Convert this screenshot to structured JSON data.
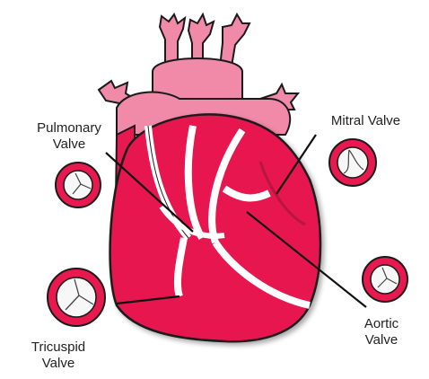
{
  "colors": {
    "heart_red": "#e8194f",
    "vessel_pink": "#f08aa8",
    "dark_red": "#b8123c",
    "outline": "#1a1a1a",
    "valve_fill": "#f7f7f7"
  },
  "labels": {
    "pulmonary_line1": "Pulmonary",
    "pulmonary_line2": "Valve",
    "mitral": "Mitral Valve",
    "tricuspid_line1": "Tricuspid",
    "tricuspid_line2": "Valve",
    "aortic_line1": "Aortic",
    "aortic_line2": "Valve"
  },
  "icons": {
    "pulmonary_valve": "pulmonary-valve-icon",
    "mitral_valve": "mitral-valve-icon",
    "tricuspid_valve": "tricuspid-valve-icon",
    "aortic_valve": "aortic-valve-icon"
  }
}
